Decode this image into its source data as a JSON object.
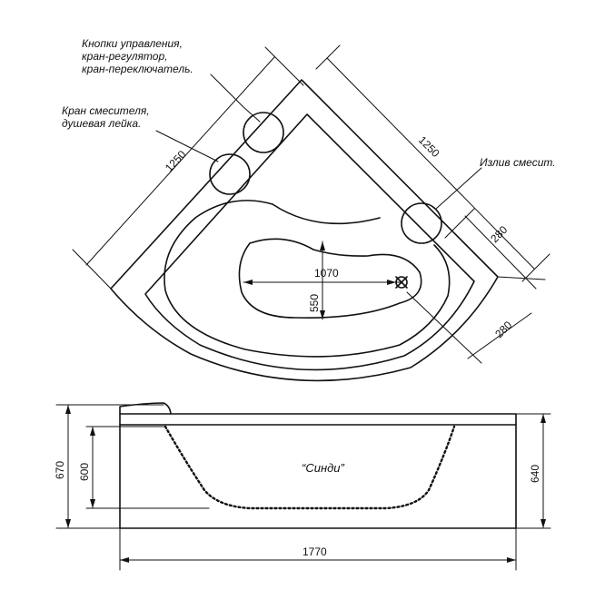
{
  "callouts": {
    "controls_line1": "Кнопки управления,",
    "controls_line2": "кран-регулятор,",
    "controls_line3": "кран-переключатель.",
    "faucet_line1": "Кран смесителя,",
    "faucet_line2": "душевая лейка.",
    "spout": "Излив смесит."
  },
  "dimensions": {
    "side_left": "1250",
    "side_right": "1250",
    "inner_length": "1070",
    "inner_width": "550",
    "offset_top": "280",
    "offset_bottom": "280",
    "height_total": "670",
    "height_inner": "600",
    "height_front": "640",
    "width_total": "1770"
  },
  "model_name": "“Синди”",
  "colors": {
    "line": "#111111",
    "background": "#ffffff"
  }
}
